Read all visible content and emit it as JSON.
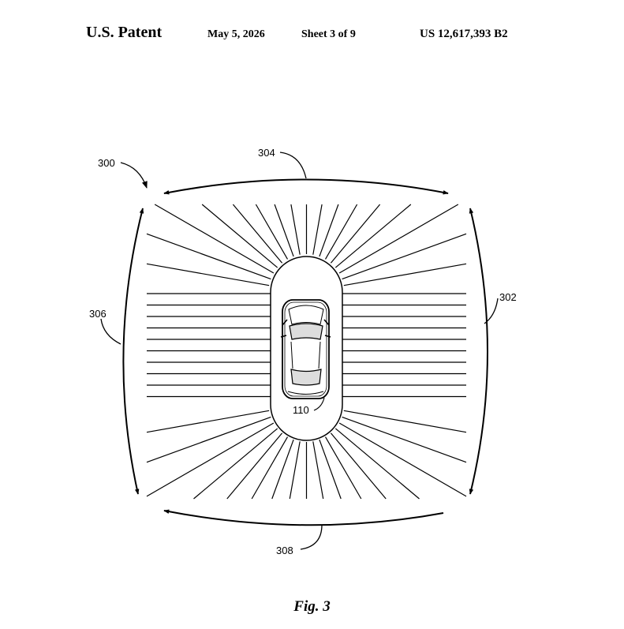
{
  "header": {
    "title": "U.S. Patent",
    "date": "May 5, 2026",
    "sheet": "Sheet 3 of 9",
    "patent_number": "US 12,617,393 B2"
  },
  "figure": {
    "caption": "Fig. 3",
    "labels": {
      "overall": "300",
      "right_side": "302",
      "top_side": "304",
      "left_side": "306",
      "bottom_side": "308",
      "vehicle": "110"
    }
  }
}
